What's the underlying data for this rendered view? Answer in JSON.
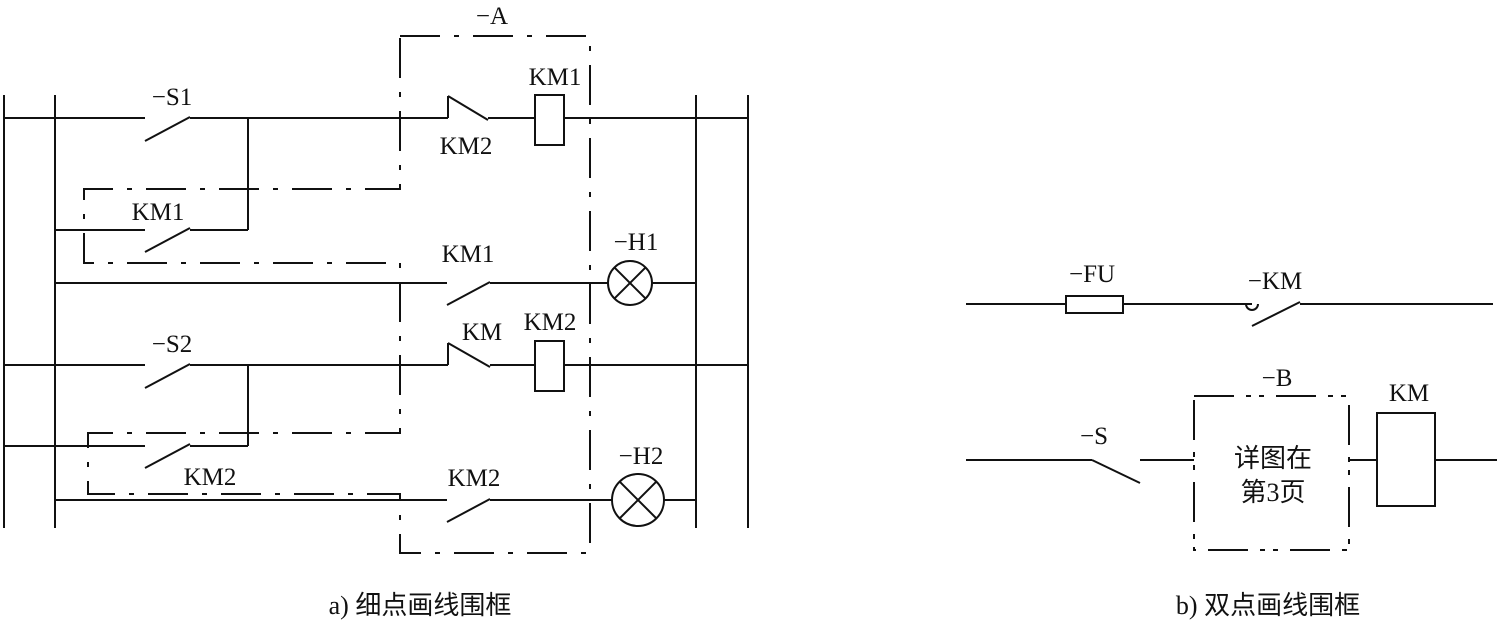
{
  "left_diagram": {
    "frame_label": "−A",
    "labels": {
      "s1": "−S1",
      "s2": "−S2",
      "km1_contact_top": "KM2",
      "km1_coil": "KM1",
      "km1_hold": "KM1",
      "km1_lamp_contact": "KM1",
      "h1": "−H1",
      "km_contact": "KM",
      "km2_coil": "KM2",
      "km2_hold": "KM2",
      "km2_lamp_contact": "KM2",
      "h2": "−H2"
    },
    "caption": "a) 细点画线围框"
  },
  "right_diagram": {
    "labels": {
      "fu": "−FU",
      "km_contact": "−KM",
      "s": "−S",
      "frame": "−B",
      "km_coil": "KM"
    },
    "box_text_line1": "详图在",
    "box_text_line2": "第3页",
    "caption": "b) 双点画线围框"
  }
}
